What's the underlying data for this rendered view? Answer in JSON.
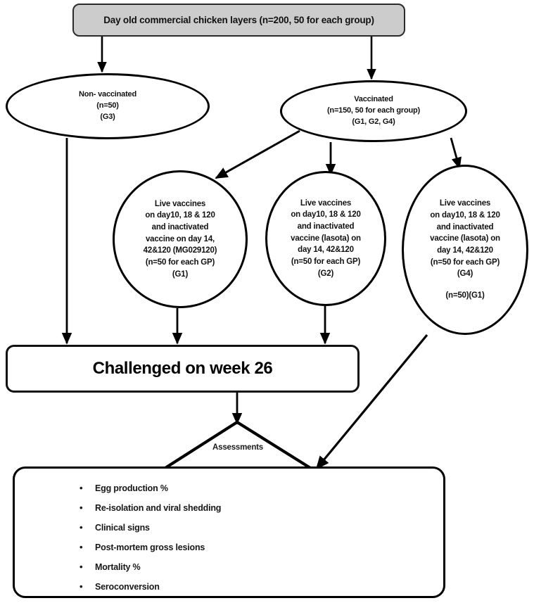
{
  "diagram": {
    "title_box": {
      "label": "Day old commercial chicken layers (n=200, 50 for each group)"
    },
    "groups": {
      "non_vaccinated": {
        "line1": "Non- vaccinated",
        "line2": "(n=50)",
        "line3": "(G3)"
      },
      "vaccinated": {
        "line1": "Vaccinated",
        "line2": "(n=150, 50 for each group)",
        "line3": "(G1, G2, G4)"
      },
      "g1": {
        "line1": "Live vaccines",
        "line2": "on day10, 18 & 120",
        "line3": "and inactivated",
        "line4": "vaccine on day 14,",
        "line5": "42&120 (MG029120)",
        "line6": "(n=50 for each GP)",
        "line7": "(G1)"
      },
      "g2": {
        "line1": "Live vaccines",
        "line2": "on day10, 18 & 120",
        "line3": "and inactivated",
        "line4": "vaccine (lasota) on",
        "line5": "day 14, 42&120",
        "line6": "(n=50 for each GP)",
        "line7": "(G2)"
      },
      "g4": {
        "line1": "Live vaccines",
        "line2": "on day10, 18 & 120",
        "line3": "and inactivated",
        "line4": "vaccine (lasota) on",
        "line5": "day 14, 42&120",
        "line6": "(n=50 for each GP)",
        "line7": "(G4)",
        "line8": "(n=50)(G1)"
      }
    },
    "challenge_box": {
      "label": "Challenged on week 26"
    },
    "assessments_marker": {
      "label": "Assessments"
    },
    "outcomes_box": {
      "items": [
        "Egg production %",
        "Re-isolation and viral shedding",
        "Clinical signs",
        "Post-mortem gross lesions",
        "Mortality %",
        "Seroconversion"
      ]
    },
    "colors": {
      "header_fill": "#cccccc",
      "stroke": "#000000",
      "background": "#ffffff"
    }
  }
}
